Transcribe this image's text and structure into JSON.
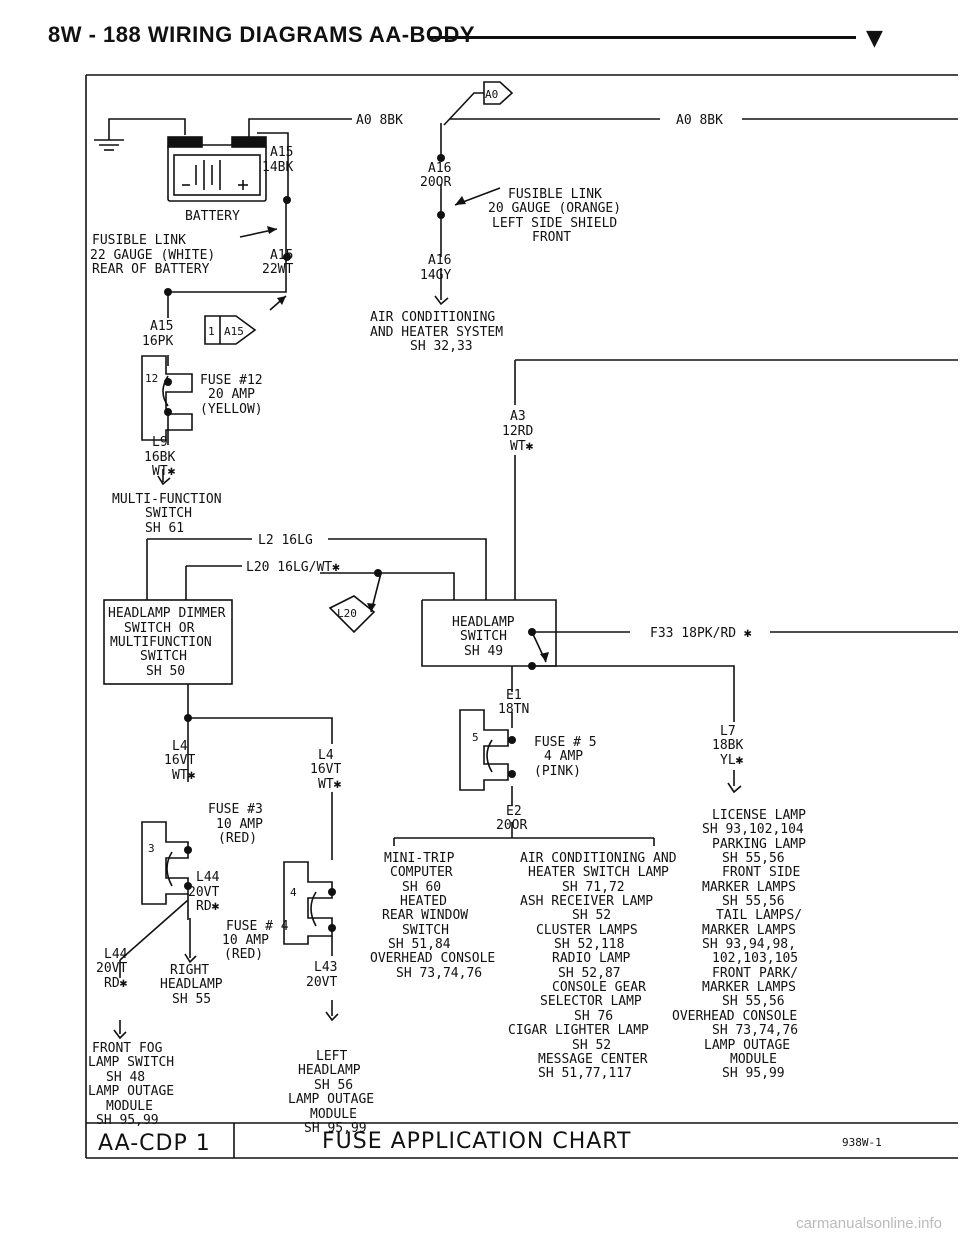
{
  "header": {
    "title": "8W - 188  WIRING DIAGRAMS AA-BODY",
    "marker": "▼"
  },
  "top_wire": {
    "left_label": "A0 8BK",
    "right_label": "A0 8BK",
    "connector": "A0"
  },
  "battery": {
    "label": "BATTERY",
    "a15_14bk": [
      "A15",
      "14BK"
    ],
    "fusible_link": [
      "FUSIBLE LINK",
      "22 GAUGE (WHITE)",
      "REAR OF BATTERY"
    ],
    "a15_22wt": [
      "A15",
      "22WT"
    ],
    "a15_16pk": [
      "A15",
      "16PK"
    ],
    "conn_pin": "1",
    "conn_name": "A15"
  },
  "fuse12": {
    "num": "12",
    "text": [
      "FUSE #12",
      "20 AMP",
      "(YELLOW)"
    ],
    "wire": [
      "L9",
      "16BK",
      "WT✱"
    ],
    "dest": [
      "MULTI-FUNCTION",
      "SWITCH",
      "SH 61"
    ]
  },
  "a16": {
    "top": [
      "A16",
      "20OR"
    ],
    "fusible": [
      "FUSIBLE LINK",
      "20 GAUGE (ORANGE)",
      "LEFT SIDE SHIELD",
      "FRONT"
    ],
    "bottom": [
      "A16",
      "14GY"
    ],
    "dest": [
      "AIR CONDITIONING",
      "AND HEATER SYSTEM",
      "SH 32,33"
    ]
  },
  "a3": [
    "A3",
    "12RD",
    "WT✱"
  ],
  "l2_wire": "L2 16LG",
  "l20_wire": "L20 16LG/WT✱",
  "l20_conn": "L20",
  "dimmer": [
    "HEADLAMP DIMMER",
    "SWITCH OR",
    "MULTIFUNCTION",
    "SWITCH",
    "SH 50"
  ],
  "headlamp_switch": [
    "HEADLAMP",
    "SWITCH",
    "SH 49"
  ],
  "f33": "F33 18PK/RD ✱",
  "e1": [
    "E1",
    "18TN"
  ],
  "fuse5": {
    "num": "5",
    "text": [
      "FUSE # 5",
      "4 AMP",
      "(PINK)"
    ]
  },
  "e2": [
    "E2",
    "20OR"
  ],
  "l7": [
    "L7",
    "18BK",
    "YL✱"
  ],
  "l4_left": [
    "L4",
    "16VT",
    "WT✱"
  ],
  "l4_right": [
    "L4",
    "16VT",
    "WT✱"
  ],
  "fuse3": {
    "num": "3",
    "text": [
      "FUSE #3",
      "10 AMP",
      "(RED)"
    ]
  },
  "l44_mid": [
    "L44",
    "20VT",
    "RD✱"
  ],
  "fuse4": {
    "num": "4",
    "text": [
      "FUSE # 4",
      "10 AMP",
      "(RED)"
    ]
  },
  "l44_left": [
    "L44",
    "20VT",
    "RD✱"
  ],
  "right_headlamp": [
    "RIGHT",
    "HEADLAMP",
    "SH 55"
  ],
  "l43": [
    "L43",
    "20VT"
  ],
  "front_fog": [
    "FRONT FOG",
    "LAMP SWITCH",
    "SH 48",
    "LAMP OUTAGE",
    "MODULE",
    "SH 95,99"
  ],
  "left_headlamp": [
    "LEFT",
    "HEADLAMP",
    "SH 56",
    "LAMP OUTAGE",
    "MODULE",
    "SH 95,99"
  ],
  "col_mini": [
    "MINI-TRIP",
    "COMPUTER",
    "SH 60",
    "HEATED",
    "REAR WINDOW",
    "SWITCH",
    "SH 51,84",
    "OVERHEAD CONSOLE",
    "SH 73,74,76"
  ],
  "col_ac": [
    "AIR CONDITIONING AND",
    "HEATER SWITCH LAMP",
    "SH 71,72",
    "ASH RECEIVER LAMP",
    "SH 52",
    "CLUSTER LAMPS",
    "SH 52,118",
    "RADIO LAMP",
    "SH 52,87",
    "CONSOLE GEAR",
    "SELECTOR LAMP",
    "SH 76",
    "CIGAR LIGHTER LAMP",
    "SH 52",
    "MESSAGE CENTER",
    "SH 51,77,117"
  ],
  "col_lic": [
    "LICENSE LAMP",
    "SH 93,102,104",
    "PARKING LAMP",
    "SH 55,56",
    "FRONT SIDE",
    "MARKER LAMPS",
    "SH 55,56",
    "TAIL LAMPS/",
    "MARKER LAMPS",
    "SH 93,94,98,",
    "102,103,105",
    "FRONT PARK/",
    "MARKER LAMPS",
    "SH 55,56",
    "OVERHEAD CONSOLE",
    "SH 73,74,76",
    "LAMP OUTAGE",
    "MODULE",
    "SH 95,99"
  ],
  "footer": {
    "code": "AA-CDP 1",
    "title": "FUSE APPLICATION CHART",
    "ref": "938W-1"
  },
  "watermark": "carmanualsonline.info"
}
